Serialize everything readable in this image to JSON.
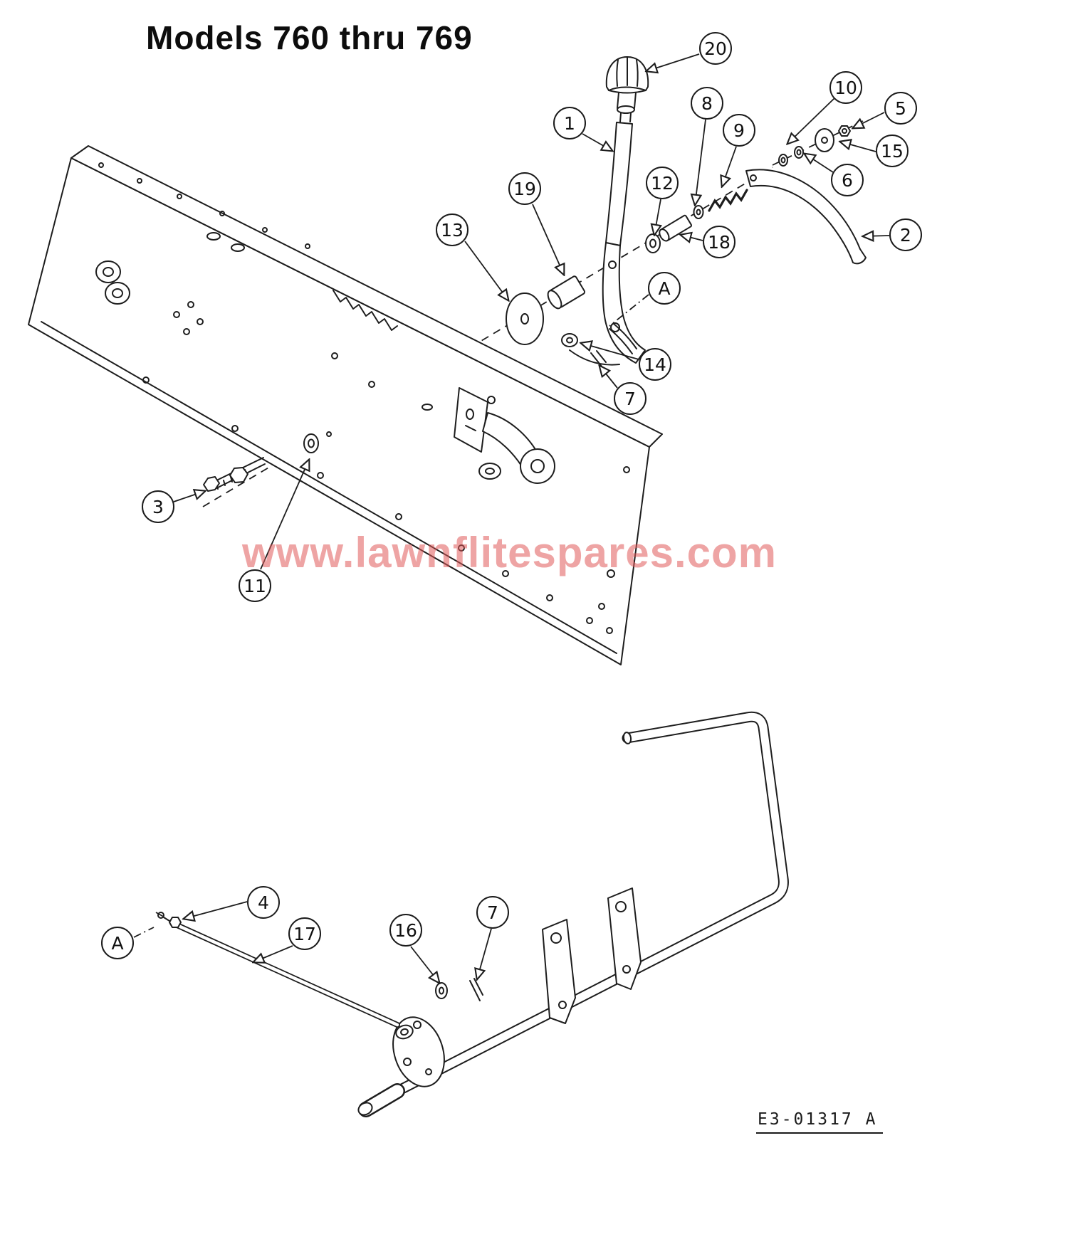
{
  "page": {
    "title": "Models 760 thru 769",
    "watermark": "www.lawnflitespares.com",
    "drawing_number": "E3-01317 A"
  },
  "diagram": {
    "type": "exploded-parts-diagram",
    "subject": "speed control lever and shift linkage assembly"
  },
  "callouts": [
    {
      "label": "20"
    },
    {
      "label": "1"
    },
    {
      "label": "8"
    },
    {
      "label": "9"
    },
    {
      "label": "10"
    },
    {
      "label": "5"
    },
    {
      "label": "15"
    },
    {
      "label": "6"
    },
    {
      "label": "12"
    },
    {
      "label": "19"
    },
    {
      "label": "13"
    },
    {
      "label": "18"
    },
    {
      "label": "2"
    },
    {
      "label": "A"
    },
    {
      "label": "14"
    },
    {
      "label": "7"
    },
    {
      "label": "3"
    },
    {
      "label": "11"
    },
    {
      "label": "4"
    },
    {
      "label": "A"
    },
    {
      "label": "17"
    },
    {
      "label": "16"
    },
    {
      "label": "7"
    }
  ]
}
